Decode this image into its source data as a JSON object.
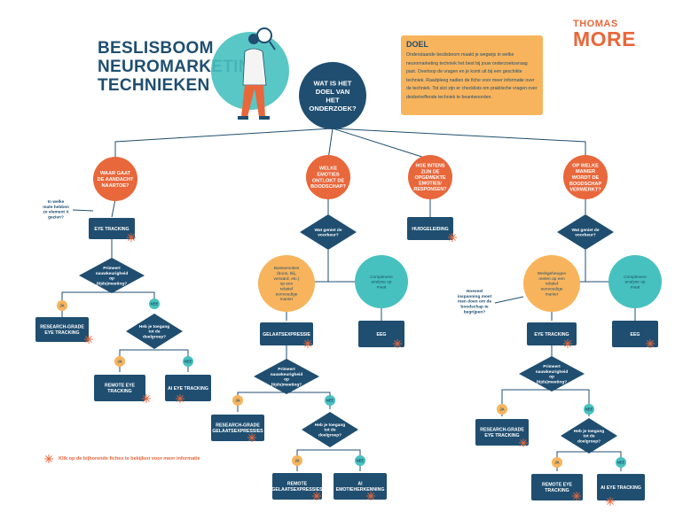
{
  "header": {
    "title_lines": [
      "BESLISBOOM",
      "NEUROMARKETING",
      "TECHNIEKEN"
    ],
    "logo_line1": "THOMAS",
    "logo_line2": "MORE"
  },
  "doel": {
    "heading": "DOEL",
    "text": "Onderstaande beslisboom maakt je wegwijs in welke neuromarketing techniek het best bij jouw onderzoeksvraag past. Overloop de vragen en je komt uit bij een geschikte techniek. Raadpleeg nadien de fiche voor meer informatie over de techniek. Tot slot zijn er checklists om praktische vragen over desbetreffende techniek te beantwoorden."
  },
  "footnote": "Klik op de bijhorende fiches te bekijken voor meer informatie",
  "colors": {
    "navy": "#1f4e70",
    "orange": "#e8673b",
    "yellow": "#f8b45c",
    "teal": "#47c1bf",
    "line": "#1f4e70"
  },
  "icons": {
    "link_marker": "star-burst-icon",
    "person": "person-with-magnifier-icon"
  },
  "nodes": {
    "root": "WAT IS HET DOEL VAN HET ONDERZOEK?",
    "q_attention": "WAAR GAAT DE AANDACHT NAARTOE?",
    "q_emotions": "WELKE EMOTIES ONTLOKT DE BOODSCHAP?",
    "q_intensity": "HOE INTENS ZIJN DE OPGEWEKTE EMOTIES/ RESPONSEN?",
    "q_processing": "OP WELKE MANIER WORDT DE BOODSCHAP VERWERKT?",
    "note_attention": "In welke mate hebben ze element X gezien?",
    "eye_tracking_1": "EYE TRACKING",
    "accuracy_1": "Primeert nauwkeurigheid op (tijds)meeting?",
    "ja_1": "JA",
    "nee_1": "NEE",
    "rg_eye_1": "RESEARCH-GRADE EYE TRACKING",
    "access_1": "Heb je toegang tot de doelgroep?",
    "ja_2": "JA",
    "nee_2": "NEE",
    "remote_eye_1": "REMOTE EYE TRACKING",
    "ai_eye_1": "AI EYE TRACKING",
    "pref_emotions": "Wat geniet de voorkeur?",
    "basic_emotions": "Basisemoties (boos, blij, verward, etc.) op een relatief eenvoudige manier",
    "complex_1": "Complexere analyse op maat",
    "facial": "GELAATSEXPRESSIE",
    "eeg_1": "EEG",
    "accuracy_2": "Primeert nauwkeurigheid op (tijds)meeting?",
    "ja_3": "JA",
    "nee_3": "NEE",
    "rg_face": "RESEARCH-GRADE GELAATSEXPRESSIES",
    "access_2": "Heb je toegang tot de doelgroep?",
    "ja_4": "JA",
    "nee_4": "NEE",
    "remote_face": "REMOTE GELAATSEXPRESSIES",
    "ai_emotion": "AI EMOTIEHERKENNING",
    "skin": "HUIDGELEIDING",
    "pref_processing": "Wat geniet de voorkeur?",
    "effort_question": "Hoeveel inspanning moet men doen om de boodschap te begrijpen?",
    "memory": "Werkgeheugen meten op een relatief eenvoudige manier",
    "complex_2": "Complexere analyse op maat",
    "eye_tracking_2": "EYE TRACKING",
    "eeg_2": "EEG",
    "accuracy_3": "Primeert nauwkeurigheid op (tijds)meeting?",
    "ja_5": "JA",
    "nee_5": "NEE",
    "rg_eye_2": "RESEARCH-GRADE EYE TRACKING",
    "access_3": "Heb je toegang tot de doelgroep?",
    "ja_6": "JA",
    "nee_6": "NEE",
    "remote_eye_2": "REMOTE EYE TRACKING",
    "ai_eye_2": "AI EYE TRACKING"
  }
}
